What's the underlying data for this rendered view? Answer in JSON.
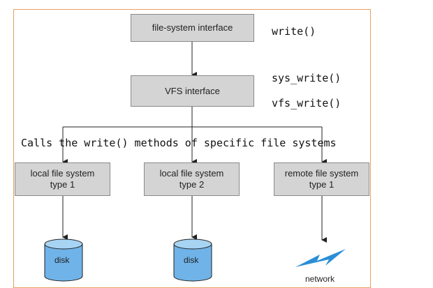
{
  "boxes": {
    "fs_interface": "file-system interface",
    "vfs_interface": "VFS interface",
    "local_fs_1": [
      "local file system",
      "type 1"
    ],
    "local_fs_2": [
      "local file system",
      "type 2"
    ],
    "remote_fs_1": [
      "remote file system",
      "type 1"
    ]
  },
  "calls": {
    "write": "write()",
    "sys_write": "sys_write()",
    "vfs_write": "vfs_write()"
  },
  "annotation": "Calls the write() methods of specific file systems",
  "storage": {
    "disk1": "disk",
    "disk2": "disk",
    "network": "network"
  },
  "icons": [
    "disk-cylinder-icon",
    "disk-cylinder-icon",
    "network-lightning-icon"
  ],
  "colors": {
    "box_fill": "#d4d4d4",
    "disk_fill": "#6fb3e8",
    "network_bolt": "#2a8fd6",
    "frame_border": "#e8a060"
  }
}
